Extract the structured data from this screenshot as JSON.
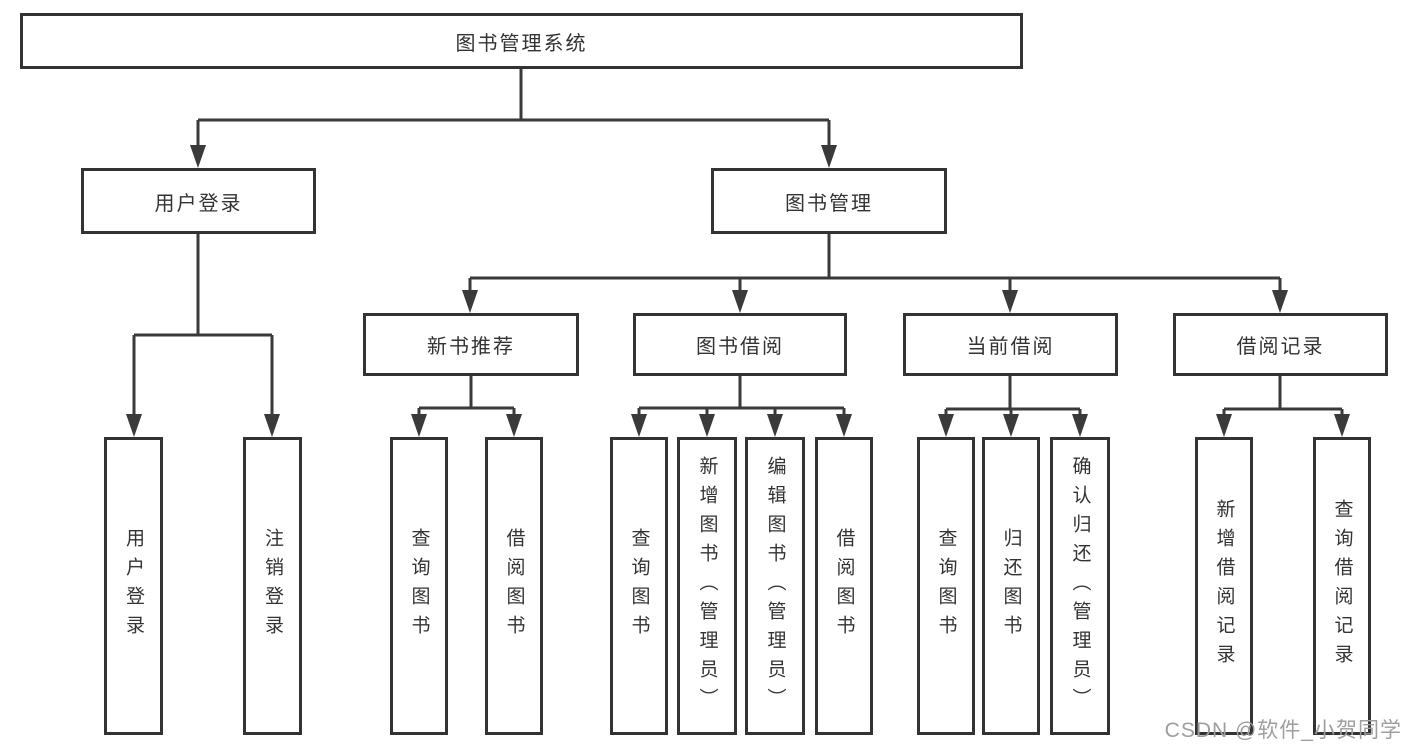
{
  "colors": {
    "line": "#3a3a3a",
    "box-border": "#333333",
    "text": "#333333",
    "watermark": "#9e9e9e"
  },
  "tree": {
    "root": {
      "label": "图书管理系统",
      "children": [
        {
          "label": "用户登录",
          "children": [
            {
              "label": "用户登录"
            },
            {
              "label": "注销登录"
            }
          ]
        },
        {
          "label": "图书管理",
          "children": [
            {
              "label": "新书推荐",
              "children": [
                {
                  "label": "查询图书"
                },
                {
                  "label": "借阅图书"
                }
              ]
            },
            {
              "label": "图书借阅",
              "children": [
                {
                  "label": "查询图书"
                },
                {
                  "label": "新增图书（管理员）"
                },
                {
                  "label": "编辑图书（管理员）"
                },
                {
                  "label": "借阅图书"
                }
              ]
            },
            {
              "label": "当前借阅",
              "children": [
                {
                  "label": "查询图书"
                },
                {
                  "label": "归还图书"
                },
                {
                  "label": "确认归还（管理员）"
                }
              ]
            },
            {
              "label": "借阅记录",
              "children": [
                {
                  "label": "新增借阅记录"
                },
                {
                  "label": "查询借阅记录"
                }
              ]
            }
          ]
        }
      ]
    }
  },
  "watermark": {
    "text": "CSDN @软件_小贺同学"
  }
}
